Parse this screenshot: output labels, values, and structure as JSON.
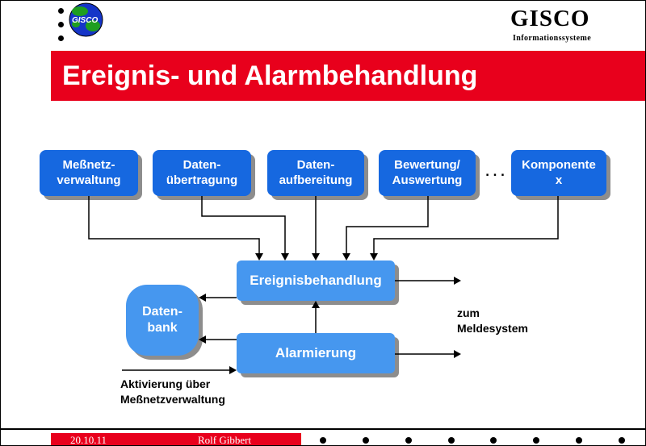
{
  "logo": {
    "globe_text": "GISCO"
  },
  "brand": {
    "name": "GISCO",
    "subtitle": "Informationssysteme"
  },
  "title": "Ereignis- und Alarmbehandlung",
  "diagram": {
    "top_boxes": [
      {
        "label": "Meßnetz-\nverwaltung"
      },
      {
        "label": "Daten-\nübertragung"
      },
      {
        "label": "Daten-\naufbereitung"
      },
      {
        "label": "Bewertung/\nAuswertung"
      },
      {
        "label": "Komponente\nx"
      }
    ],
    "ellipsis": ". . .",
    "event_box": "Ereignisbehandlung",
    "database_box": "Daten-\nbank",
    "alarm_box": "Alarmierung",
    "to_reporting_label": "zum\nMeldesystem",
    "activation_label": "Aktivierung über\nMeßnetzverwaltung"
  },
  "footer": {
    "date": "20.10.11",
    "author": "Rolf Gibbert"
  },
  "colors": {
    "accent_red": "#e8001c",
    "box_blue_dark": "#1668e0",
    "box_blue_light": "#4697ef",
    "shadow_gray": "#8d8d8d"
  }
}
